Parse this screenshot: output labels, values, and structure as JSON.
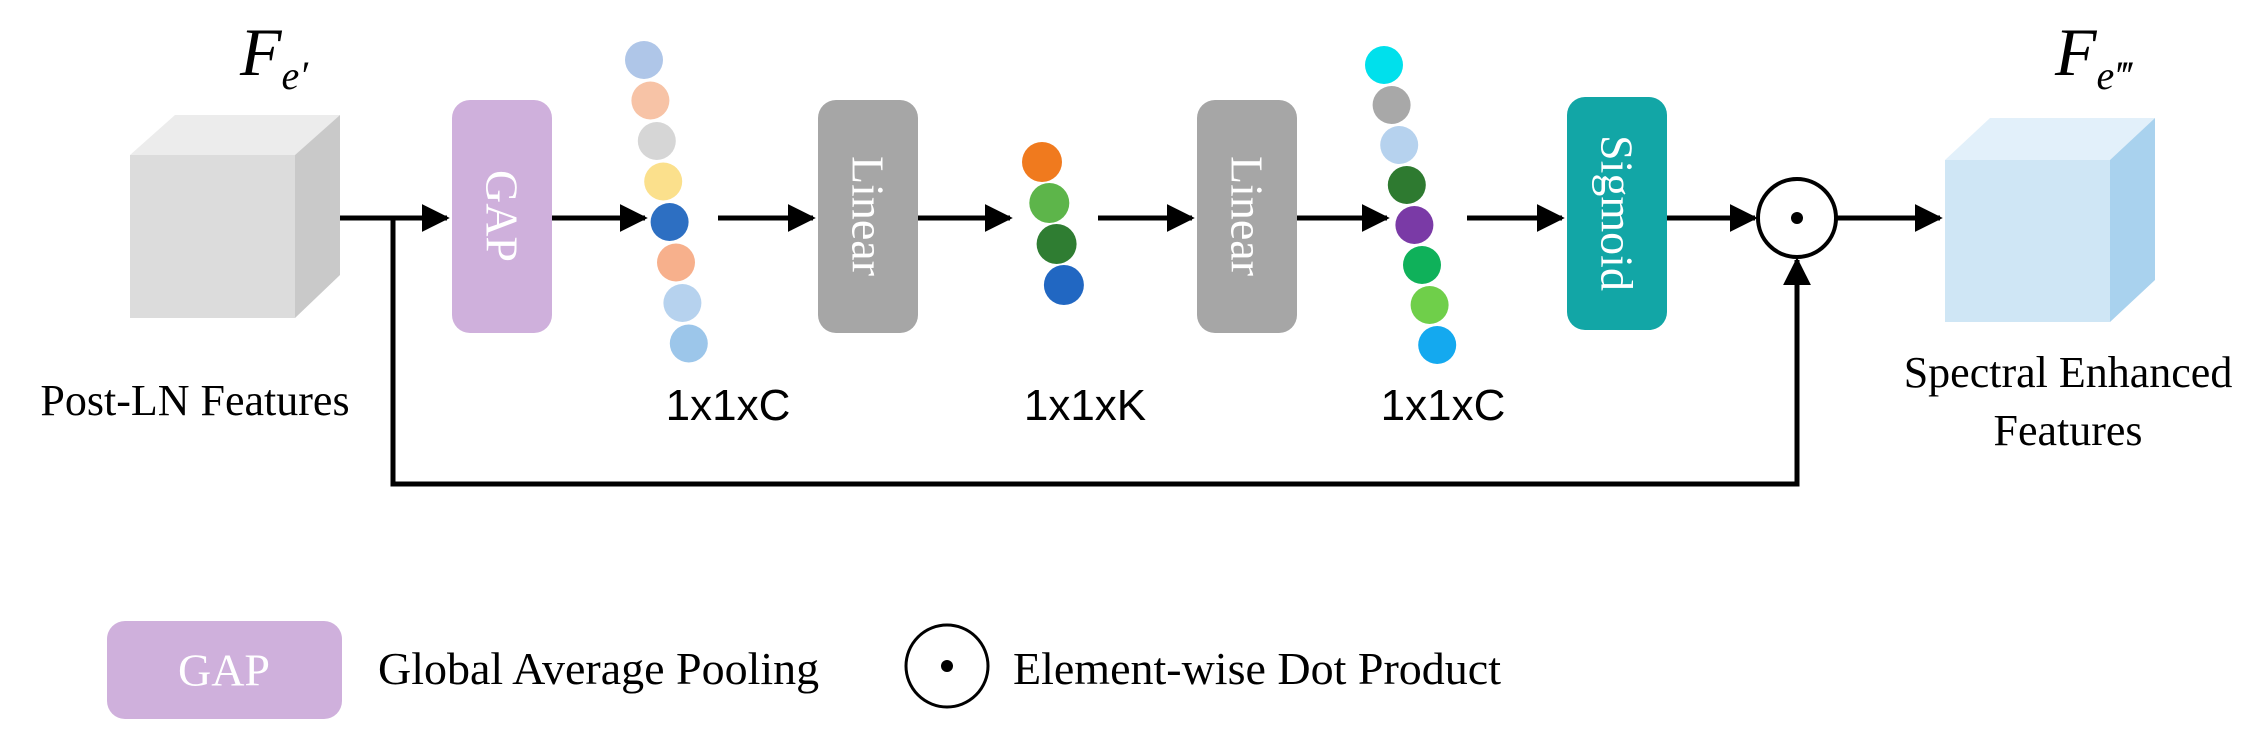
{
  "input_block": {
    "symbol_main": "F",
    "symbol_sub": "e′",
    "label": "Post-LN Features"
  },
  "output_block": {
    "symbol_main": "F",
    "symbol_sub": "e‴",
    "label_line1": "Spectral Enhanced",
    "label_line2": "Features"
  },
  "ops": {
    "gap": "GAP",
    "linear_1": "Linear",
    "linear_2": "Linear",
    "sigmoid": "Sigmoid"
  },
  "dims": {
    "after_gap": "1x1xC",
    "after_linear_1": "1x1xK",
    "after_linear_2": "1x1xC"
  },
  "legend": {
    "gap_box": "GAP",
    "gap_text": "Global Average Pooling",
    "dot_text": "Element-wise Dot Product"
  },
  "colors": {
    "gap": "#cfb0dc",
    "linear": "#a6a6a6",
    "sigmoid": "#12a6a6",
    "input_cube": "#dcdcdc",
    "output_cube": "#cfe6f5",
    "arrow": "#000000",
    "vector_c": [
      "#afc6e8",
      "#f7c3a6",
      "#d6d6d6",
      "#fbe08c",
      "#2d6fc2",
      "#f7b08c",
      "#b6d2ee",
      "#9cc6ea"
    ],
    "vector_k": [
      "#f07a1e",
      "#5db54a",
      "#2f7d32",
      "#2167c2"
    ],
    "vector_c2": [
      "#00e0ec",
      "#a8a8a8",
      "#b6d2ee",
      "#2e7a30",
      "#7a3aa6",
      "#0fb15a",
      "#6fcf4a",
      "#14a9ef"
    ]
  }
}
